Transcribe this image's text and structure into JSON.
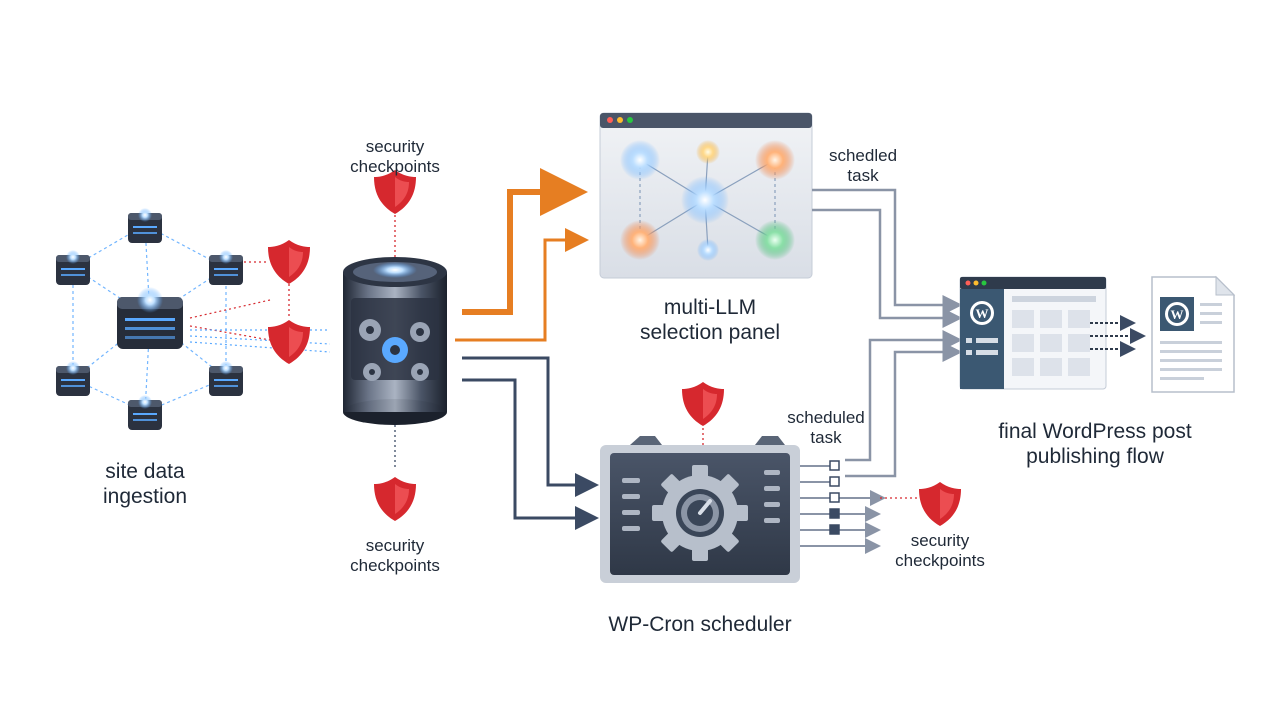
{
  "labels": {
    "site_data": [
      "site data",
      "ingestion"
    ],
    "security_top": [
      "security",
      "checkpoints"
    ],
    "security_bottom": [
      "security",
      "checkpoints"
    ],
    "security_right": [
      "security",
      "checkpoints"
    ],
    "multi_llm": [
      "multi-LLM",
      "selection panel"
    ],
    "schedled_task": [
      "schedled",
      "task"
    ],
    "scheduled_task": [
      "scheduled",
      "task"
    ],
    "wp_cron": "WP-Cron scheduler",
    "final_publishing": [
      "final WordPress post",
      "publishing flow"
    ]
  },
  "icons": {
    "shield": "shield-icon",
    "gear": "gear-icon",
    "wordpress": "wordpress-logo-icon",
    "server": "server-node-icon",
    "database": "database-icon",
    "document": "document-icon"
  },
  "colors": {
    "shield_red": "#d6282e",
    "orange_flow": "#e67e22",
    "navy_flow": "#3b4a63",
    "gray_flow": "#8a94a6",
    "panel_dark": "#3a4658",
    "wordpress_blue": "#3b5872",
    "node_glow": "#5aa9ff"
  }
}
